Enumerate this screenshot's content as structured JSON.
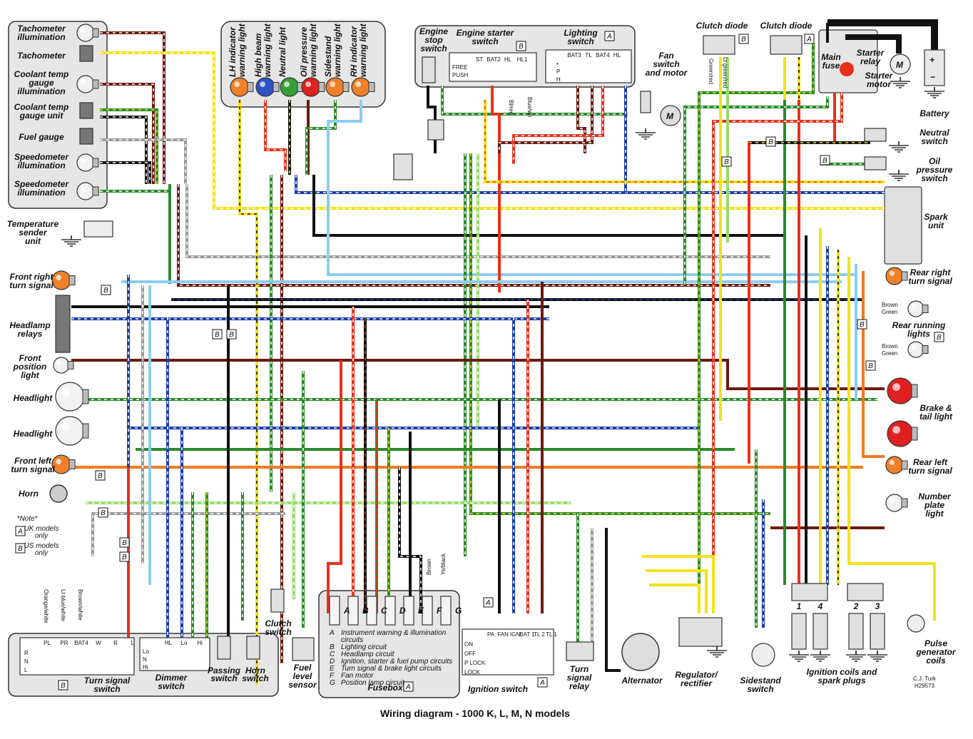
{
  "title": "Wiring diagram - 1000 K, L, M, N models",
  "credit": [
    "C.J. Turk",
    "H29573"
  ],
  "note": {
    "header": "*Note*",
    "a_key": "A",
    "a_text": [
      "UK models",
      "only"
    ],
    "b_key": "B",
    "b_text": [
      "US models",
      "only"
    ]
  },
  "instrument_panel": [
    [
      "Tachometer",
      "illumination"
    ],
    [
      "Tachometer"
    ],
    [
      "Coolant temp",
      "gauge",
      "illumination"
    ],
    [
      "Coolant temp",
      "gauge unit"
    ],
    [
      "Fuel gauge"
    ],
    [
      "Speedometer",
      "illumination"
    ],
    [
      "Speedometer",
      "illumination"
    ]
  ],
  "warning_lights": [
    [
      "LH indicator",
      "warning light"
    ],
    [
      "High beam",
      "warning light"
    ],
    [
      "Neutral light"
    ],
    [
      "Oil pressure",
      "warning light"
    ],
    [
      "Sidestand",
      "warning light"
    ],
    [
      "RH indicator",
      "warning light"
    ]
  ],
  "warning_light_colors": [
    "#f0802a",
    "#3050c8",
    "#38a038",
    "#e02020",
    "#f0802a",
    "#f0802a"
  ],
  "engine_stop_switch": [
    "Engine",
    "stop",
    "switch"
  ],
  "engine_starter_switch": {
    "label": [
      "Engine starter",
      "switch"
    ],
    "key": "B",
    "cols": [
      "ST",
      "BAT2",
      "HL",
      "HL1"
    ],
    "rows": [
      "FREE",
      "PUSH"
    ]
  },
  "lighting_switch": {
    "label": [
      "Lighting",
      "switch"
    ],
    "key": "A",
    "cols": [
      "BAT3",
      "TL",
      "BAT4",
      "HL"
    ],
    "rows": [
      "•",
      "P",
      "H"
    ]
  },
  "fan": [
    "Fan",
    "switch",
    "and motor"
  ],
  "clutch_diode_b": {
    "label": "Clutch diode",
    "key": "B"
  },
  "clutch_diode_a": {
    "label": "Clutch diode",
    "key": "A"
  },
  "main_fuse": [
    "Main",
    "fuse"
  ],
  "starter_relay": [
    "Starter",
    "relay"
  ],
  "starter_motor": [
    "Starter",
    "motor"
  ],
  "battery": "Battery",
  "neutral_switch": [
    "Neutral",
    "switch"
  ],
  "oil_pressure_switch": [
    "Oil",
    "pressure",
    "switch"
  ],
  "spark_unit": [
    "Spark",
    "unit"
  ],
  "rear_right_turn": [
    "Rear right",
    "turn signal"
  ],
  "rear_running": [
    "Rear running",
    "lights"
  ],
  "rear_running_key": "B",
  "brake_tail": [
    "Brake &",
    "tail light"
  ],
  "rear_left_turn": [
    "Rear left",
    "turn signal"
  ],
  "number_plate": [
    "Number",
    "plate",
    "light"
  ],
  "pulse_generator": [
    "Pulse",
    "generator",
    "coils"
  ],
  "ignition_coils": [
    "Ignition coils and",
    "spark plugs"
  ],
  "coil_numbers": [
    "1",
    "4",
    "2",
    "3"
  ],
  "sidestand_switch": [
    "Sidestand",
    "switch"
  ],
  "regulator": [
    "Regulator/",
    "rectifier"
  ],
  "alternator": "Alternator",
  "turn_signal_relay": [
    "Turn",
    "signal",
    "relay"
  ],
  "ignition_switch": {
    "label": "Ignition switch",
    "key": "A",
    "cols": [
      "PA",
      "FAN",
      "IGN",
      "BAT 1",
      "TL 2",
      "TL 1"
    ],
    "rows": [
      "ON",
      "OFF",
      "P LOCK",
      "LOCK"
    ]
  },
  "fusebox": {
    "label": "Fusebox",
    "key": "A",
    "fuses": [
      "A",
      "B",
      "C",
      "D",
      "E",
      "F",
      "G"
    ],
    "legend": [
      [
        "A",
        "Instrument warning & illumination",
        "circuits"
      ],
      [
        "B",
        "Lighting circuit"
      ],
      [
        "C",
        "Headlamp circuit"
      ],
      [
        "D",
        "Ignition, starter & fuel pump circuits"
      ],
      [
        "E",
        "Turn signal & brake light circuits"
      ],
      [
        "F",
        "Fan motor"
      ],
      [
        "G",
        "Position lamp circuit"
      ]
    ]
  },
  "fuel_level_sensor": [
    "Fuel",
    "level",
    "sensor"
  ],
  "clutch_switch": [
    "Clutch",
    "switch"
  ],
  "horn_switch": [
    "Horn",
    "switch"
  ],
  "passing_switch": [
    "Passing",
    "switch"
  ],
  "dimmer_switch": {
    "label": [
      "Dimmer",
      "switch"
    ],
    "cols": [
      "HL",
      "Lo",
      "Hi"
    ],
    "rows": [
      "Lo",
      "N",
      "Hi"
    ]
  },
  "turn_signal_switch": {
    "label": [
      "Turn signal",
      "switch"
    ],
    "key": "B",
    "cols": [
      "PL",
      "PR",
      "BAT4",
      "W",
      "R",
      "L"
    ],
    "rows": [
      "R",
      "N",
      "L"
    ]
  },
  "temperature_sender": [
    "Temperature",
    "sender",
    "unit"
  ],
  "front_right_turn": [
    "Front right",
    "turn signal"
  ],
  "headlamp_relays": [
    "Headlamp",
    "relays"
  ],
  "front_position": [
    "Front",
    "position",
    "light"
  ],
  "headlight": "Headlight",
  "front_left_turn": [
    "Front left",
    "turn signal"
  ],
  "horn": "Horn",
  "wire_texts": {
    "bl_red": "Bl/red",
    "blue_wh": "Blue/wh",
    "greenred": "Green/red",
    "lt_green_red": "Lt green/red",
    "brown": "Brown",
    "ye_black": "Ye/black",
    "green": "Green",
    "orange_white": "Orange/white",
    "lt_blue_white": "Lt blue/white",
    "brown_white": "Brown/white",
    "a": "A",
    "b": "B"
  }
}
